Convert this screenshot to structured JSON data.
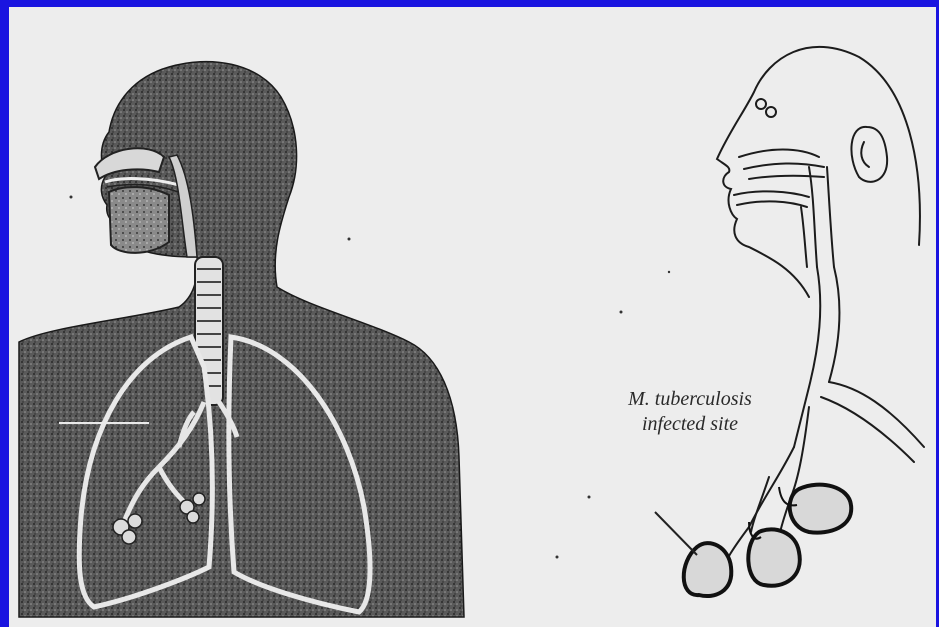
{
  "figure": {
    "left_panel": "human respiratory system",
    "right_panel": "upper airway and bronchi with infected alveoli",
    "annotation": {
      "line1": "M. tuberculosis",
      "line2": "infected site"
    }
  },
  "colors": {
    "border": "#1a14e0",
    "background": "#ededed",
    "ink": "#1c1c1c"
  }
}
